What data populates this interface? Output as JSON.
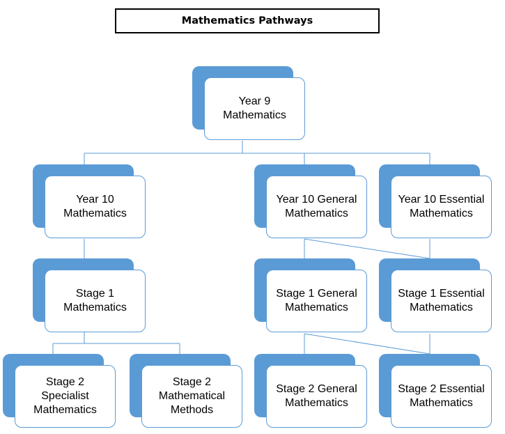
{
  "title": "Mathematics Pathways",
  "colors": {
    "box_shadow": "#5b9bd5",
    "box_border": "#5b9bd5",
    "connector": "#5b9bd5",
    "title_border": "#000000"
  },
  "nodes": {
    "year9": {
      "lines": [
        "Year 9",
        "Mathematics"
      ]
    },
    "year10": {
      "lines": [
        "Year 10",
        "Mathematics"
      ]
    },
    "year10_general": {
      "lines": [
        "Year 10 General",
        "Mathematics"
      ]
    },
    "year10_essential": {
      "lines": [
        "Year 10 Essential",
        "Mathematics"
      ]
    },
    "stage1": {
      "lines": [
        "Stage 1",
        "Mathematics"
      ]
    },
    "stage1_general": {
      "lines": [
        "Stage 1 General",
        "Mathematics"
      ]
    },
    "stage1_essential": {
      "lines": [
        "Stage 1 Essential",
        "Mathematics"
      ]
    },
    "stage2_specialist": {
      "lines": [
        "Stage 2",
        "Specialist",
        "Mathematics"
      ]
    },
    "stage2_methods": {
      "lines": [
        "Stage 2",
        "Mathematical",
        "Methods"
      ]
    },
    "stage2_general": {
      "lines": [
        "Stage 2 General",
        "Mathematics"
      ]
    },
    "stage2_essential": {
      "lines": [
        "Stage 2 Essential",
        "Mathematics"
      ]
    }
  }
}
